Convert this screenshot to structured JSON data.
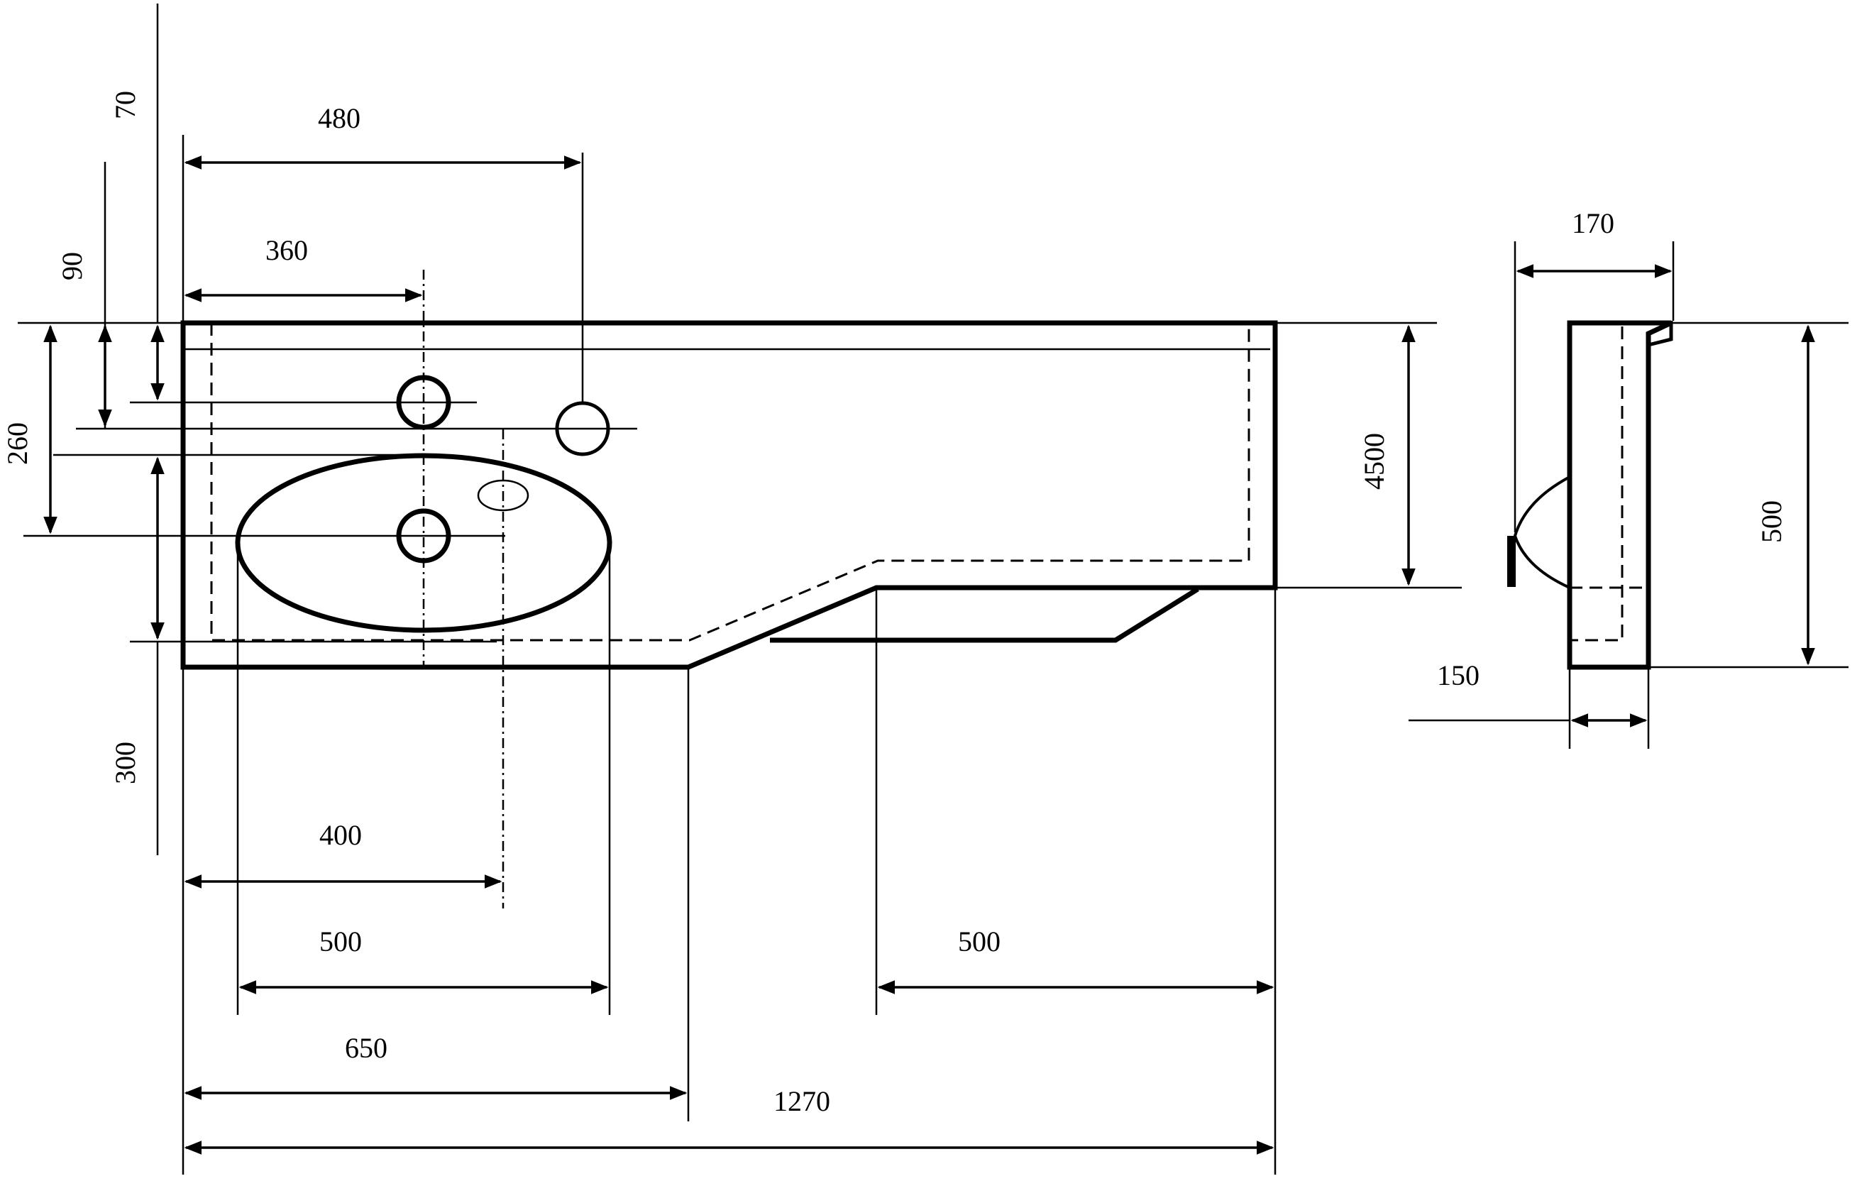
{
  "front_view": {
    "dim_labels": {
      "top_width_480": "480",
      "top_width_360": "360",
      "left_70": "70",
      "left_90": "90",
      "left_260": "260",
      "left_300": "300",
      "right_height": "4500",
      "bottom_400": "400",
      "bottom_500_bowl": "500",
      "bottom_500_right": "500",
      "bottom_650": "650",
      "bottom_1270": "1270"
    }
  },
  "side_view": {
    "dim_labels": {
      "top_170": "170",
      "right_500": "500",
      "bottom_150": "150"
    }
  }
}
